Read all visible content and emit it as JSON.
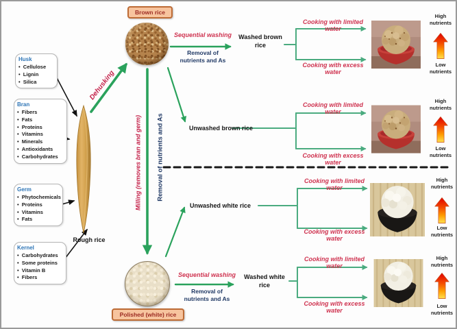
{
  "figure": {
    "stage_labels": {
      "brown_rice": "Brown rice",
      "polished_rice": "Polished (white) rice",
      "rough_rice": "Rough rice"
    },
    "process": {
      "dehusking": "Dehusking",
      "milling": "Milling (removes bran and germ)",
      "milling_removal": "Removal of nutrients and As",
      "sequential_washing": "Sequential washing",
      "removal_line1": "Removal of",
      "removal_line2": "nutrients and As",
      "cooking_limited": "Cooking with limited water",
      "cooking_excess": "Cooking with excess water"
    },
    "rice_states": {
      "washed_brown": "Washed brown rice",
      "unwashed_brown": "Unwashed brown rice",
      "unwashed_white": "Unwashed white rice",
      "washed_white": "Washed white rice"
    },
    "composition_boxes": [
      {
        "title": "Husk",
        "items": [
          "Cellulose",
          "Lignin",
          "Silica"
        ]
      },
      {
        "title": "Bran",
        "items": [
          "Fibers",
          "Fats",
          "Proteins",
          "Vitamins",
          "Minerals",
          "Antioxidants",
          "Carbohydrates"
        ]
      },
      {
        "title": "Germ",
        "items": [
          "Phytochemicals",
          "Proteins",
          "Vitamins",
          "Fats"
        ]
      },
      {
        "title": "Kernel",
        "items": [
          "Carbohydrates",
          "Some proteins",
          "Vitamin B",
          "Fibers"
        ]
      }
    ],
    "nutrient_scale": {
      "high": "High nutrients",
      "low": "Low nutrients"
    },
    "colors": {
      "arrow_green": "#2aa25c",
      "bracket_green": "#4aab7f",
      "cooking_red": "#cf3350",
      "process_red": "#c4224a",
      "removal_navy": "#1f3864",
      "box_title_blue": "#2e75b6",
      "stage_label_bg": "#f7c49e",
      "stage_label_border": "#bd6b35",
      "stage_label_text": "#9c2b23",
      "nutrient_high": "#e00000",
      "nutrient_low": "#ffe14f"
    }
  }
}
